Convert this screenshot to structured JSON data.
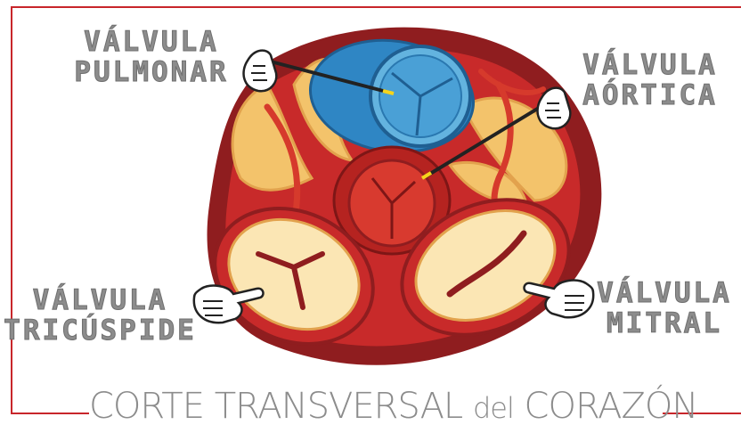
{
  "title": {
    "part1": "CORTE TRANSVERSAL",
    "part2": "del",
    "part3": "CORAZÓN"
  },
  "labels": {
    "pulmonar": [
      "VÁLVULA",
      "PULMONAR"
    ],
    "aortica": [
      "VÁLVULA",
      "AÓRTICA"
    ],
    "tricuspide": [
      "VÁLVULA",
      "TRICÚSPIDE"
    ],
    "mitral": [
      "VÁLVULA",
      "MITRAL"
    ]
  },
  "colors": {
    "frame": "#c8262b",
    "heart_dark": "#8f1d1f",
    "heart_red": "#c82a2a",
    "fat": "#f3c36b",
    "pulmonary_blue": "#2f86c4",
    "text_gray": "#8c8c8c"
  },
  "icons": [
    "pointing-hand-icon",
    "hand-holding-probe-icon"
  ]
}
